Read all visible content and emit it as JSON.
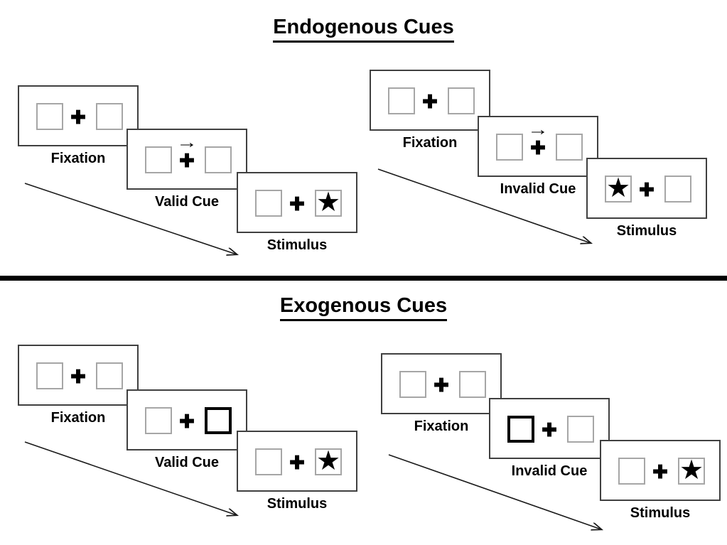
{
  "diagram": "Posner spatial cueing paradigm",
  "glyphs": {
    "fixation_cross": "✚",
    "cue_arrow": "→",
    "target_star": "★"
  },
  "colors": {
    "panel_border": "#404040",
    "placeholder_box_border": "#a6a6a6",
    "cue_highlight_border": "#000000",
    "divider": "#000000",
    "text": "#000000"
  },
  "sections": [
    {
      "id": "endogenous",
      "title": "Endogenous Cues",
      "sequences": [
        {
          "validity": "valid",
          "cue_type": "central-arrow",
          "cue_direction": "right",
          "target_side": "right",
          "steps": [
            {
              "label": "Fixation"
            },
            {
              "label": "Valid Cue"
            },
            {
              "label": "Stimulus"
            }
          ]
        },
        {
          "validity": "invalid",
          "cue_type": "central-arrow",
          "cue_direction": "right",
          "target_side": "left",
          "steps": [
            {
              "label": "Fixation"
            },
            {
              "label": "Invalid Cue"
            },
            {
              "label": "Stimulus"
            }
          ]
        }
      ]
    },
    {
      "id": "exogenous",
      "title": "Exogenous Cues",
      "sequences": [
        {
          "validity": "valid",
          "cue_type": "peripheral-box-highlight",
          "cue_side": "right",
          "target_side": "right",
          "steps": [
            {
              "label": "Fixation"
            },
            {
              "label": "Valid Cue"
            },
            {
              "label": "Stimulus"
            }
          ]
        },
        {
          "validity": "invalid",
          "cue_type": "peripheral-box-highlight",
          "cue_side": "left",
          "target_side": "right",
          "steps": [
            {
              "label": "Fixation"
            },
            {
              "label": "Invalid Cue"
            },
            {
              "label": "Stimulus"
            }
          ]
        }
      ]
    }
  ]
}
